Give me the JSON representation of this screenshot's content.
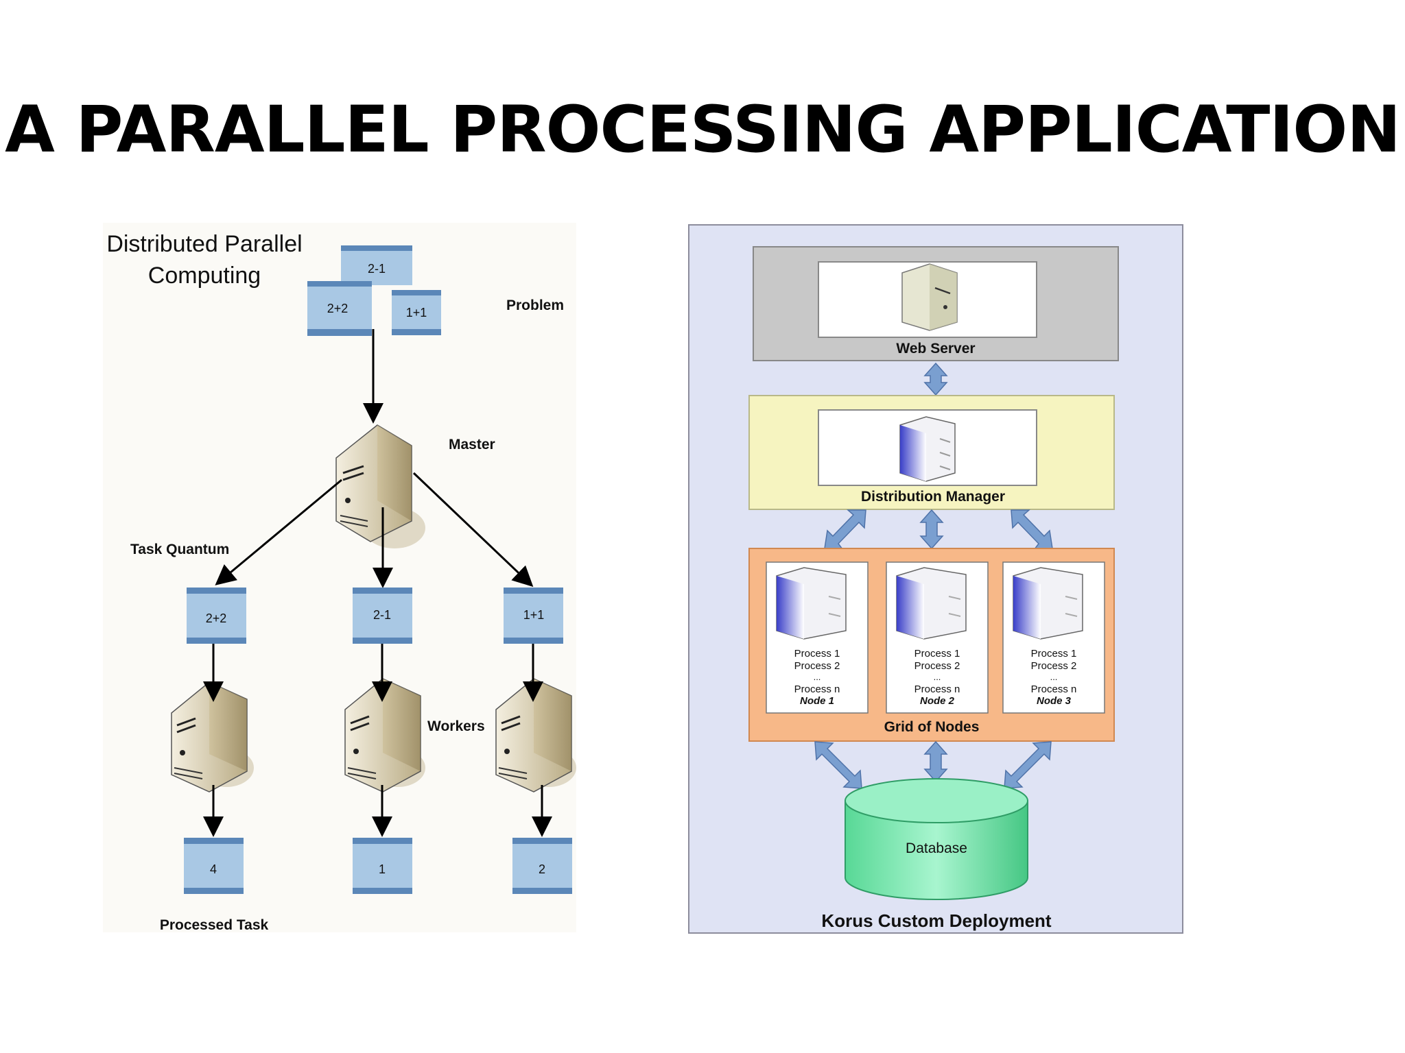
{
  "slide": {
    "title": "A PARALLEL PROCESSING APPLICATION"
  },
  "left_diagram": {
    "heading_line1": "Distributed Parallel",
    "heading_line2": "Computing",
    "problem_label": "Problem",
    "problem_blocks": [
      "2-1",
      "2+2",
      "1+1"
    ],
    "master_label": "Master",
    "task_quantum_label": "Task Quantum",
    "tasks": [
      "2+2",
      "2-1",
      "1+1"
    ],
    "workers_label": "Workers",
    "results": [
      "4",
      "1",
      "2"
    ],
    "processed_label": "Processed Task"
  },
  "right_diagram": {
    "web_server_label": "Web Server",
    "distribution_manager_label": "Distribution Manager",
    "grid_label": "Grid of Nodes",
    "nodes": [
      {
        "p1": "Process 1",
        "p2": "Process 2",
        "dots": "...",
        "pn": "Process n",
        "name": "Node 1"
      },
      {
        "p1": "Process 1",
        "p2": "Process 2",
        "dots": "...",
        "pn": "Process n",
        "name": "Node 2"
      },
      {
        "p1": "Process 1",
        "p2": "Process 2",
        "dots": "...",
        "pn": "Process n",
        "name": "Node 3"
      }
    ],
    "database_label": "Database",
    "footer_label": "Korus Custom Deployment"
  },
  "colors": {
    "block_blue": "#a9c8e4",
    "block_stripe": "#5b87b8",
    "panel_bg": "#dfe3f4",
    "web_server_bg": "#c8c8c8",
    "manager_bg": "#f6f4c0",
    "grid_bg": "#f7b888",
    "database_green": "#7fe8b0",
    "arrow_blue": "#7a9fd0"
  }
}
